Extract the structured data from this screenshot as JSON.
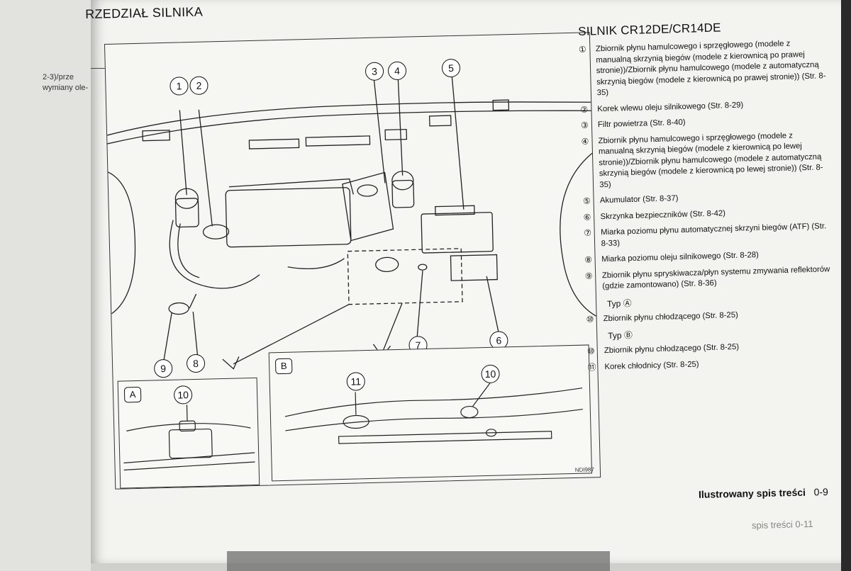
{
  "page": {
    "section_header": "RZEDZIAŁ SILNIKA",
    "side_note_1": "2-3)/prze",
    "side_note_2": "wymiany ole-",
    "engine_title": "SILNIK CR12DE/CR14DE",
    "doc_code": "NDI987",
    "footer_label": "Ilustrowany spis treści",
    "footer_page": "0-9",
    "footer_ghost": "spis treści 0-11"
  },
  "diagram": {
    "callouts": [
      "1",
      "2",
      "3",
      "4",
      "5",
      "6",
      "7",
      "8",
      "9",
      "10",
      "11",
      "10"
    ],
    "inset_a_label": "A",
    "inset_b_label": "B"
  },
  "items": [
    {
      "num": "①",
      "text": "Zbiornik płynu hamulcowego i sprzęgłowego (modele z manualną skrzynią biegów (modele z kierownicą po prawej stronie))/Zbiornik płynu hamulcowego (modele z automatyczną skrzynią biegów (modele z kierownicą po prawej stronie)) (Str. 8-35)"
    },
    {
      "num": "②",
      "text": "Korek wlewu oleju silnikowego (Str. 8-29)"
    },
    {
      "num": "③",
      "text": "Filtr powietrza (Str. 8-40)"
    },
    {
      "num": "④",
      "text": "Zbiornik płynu hamulcowego i sprzęgłowego (modele z manualną skrzynią biegów (modele z kierownicą po lewej stronie))/Zbiornik płynu hamulcowego (modele z automatyczną skrzynią biegów (modele z kierownicą po lewej stronie)) (Str. 8-35)"
    },
    {
      "num": "⑤",
      "text": "Akumulator (Str. 8-37)"
    },
    {
      "num": "⑥",
      "text": "Skrzynka bezpieczników (Str. 8-42)"
    },
    {
      "num": "⑦",
      "text": "Miarka poziomu płynu automatycznej skrzyni biegów (ATF) (Str. 8-33)"
    },
    {
      "num": "⑧",
      "text": "Miarka poziomu oleju silnikowego (Str. 8-28)"
    },
    {
      "num": "⑨",
      "text": "Zbiornik płynu spryskiwacza/płyn systemu zmywania reflektorów (gdzie zamontowano) (Str. 8-36)"
    }
  ],
  "type_a": {
    "label": "Typ Ⓐ",
    "items": [
      {
        "num": "⑩",
        "text": "Zbiornik płynu chłodzącego (Str. 8-25)"
      }
    ]
  },
  "type_b": {
    "label": "Typ Ⓑ",
    "items": [
      {
        "num": "⑩",
        "text": "Zbiornik płynu chłodzącego (Str. 8-25)"
      },
      {
        "num": "⑪",
        "text": "Korek chłodnicy (Str. 8-25)"
      }
    ]
  }
}
